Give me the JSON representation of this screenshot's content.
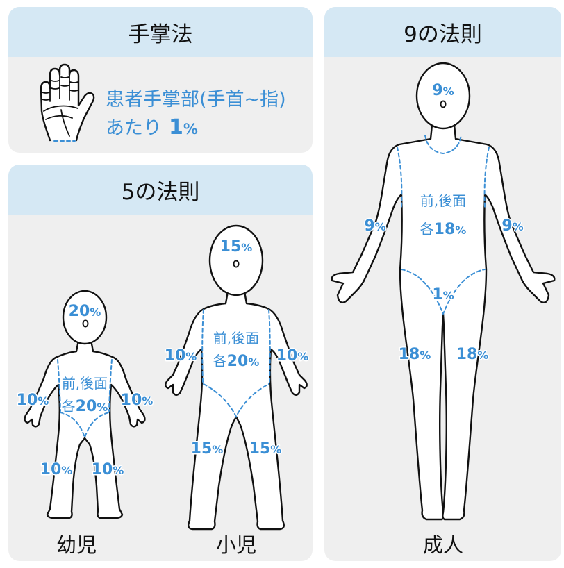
{
  "palm_method": {
    "title": "手掌法",
    "line1": "患者手掌部(手首~指)",
    "line2_prefix": "あたり",
    "line2_value": "1",
    "line2_unit": "%"
  },
  "rule_of_five": {
    "title": "5の法則",
    "infant": {
      "label": "幼児",
      "head": "20",
      "trunk_line1": "前,後面",
      "trunk_prefix": "各",
      "trunk": "20",
      "left_arm": "10",
      "right_arm": "10",
      "left_leg": "10",
      "right_leg": "10"
    },
    "child": {
      "label": "小児",
      "head": "15",
      "trunk_line1": "前,後面",
      "trunk_prefix": "各",
      "trunk": "20",
      "left_arm": "10",
      "right_arm": "10",
      "left_leg": "15",
      "right_leg": "15"
    }
  },
  "rule_of_nine": {
    "title": "9の法則",
    "adult": {
      "label": "成人",
      "head": "9",
      "trunk_line1": "前,後面",
      "trunk_prefix": "各",
      "trunk": "18",
      "left_arm": "9",
      "right_arm": "9",
      "genital": "1",
      "left_leg": "18",
      "right_leg": "18"
    }
  },
  "percent_sign": "%",
  "icons": {
    "palm": "hand-palm-icon"
  },
  "colors": {
    "accent": "#3b8fd5",
    "header": "#d5e8f4",
    "panel": "#efefef"
  }
}
